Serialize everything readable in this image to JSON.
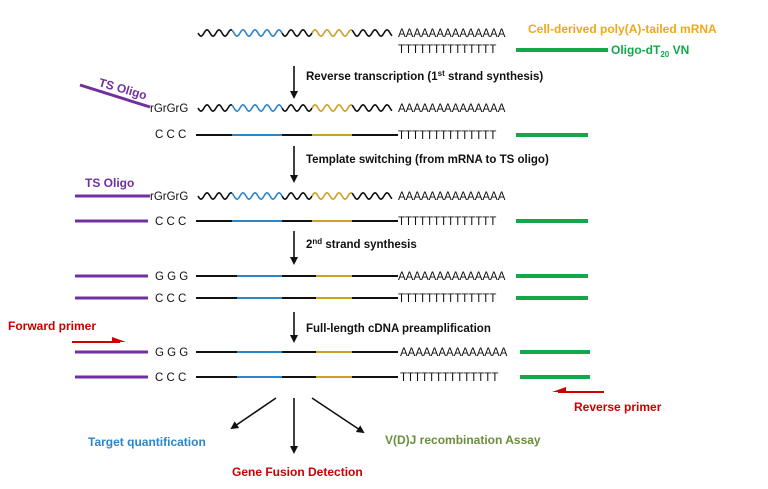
{
  "colors": {
    "black": "#111111",
    "blue": "#2b86c8",
    "gold": "#c9a227",
    "green": "#13a94b",
    "purple": "#7030a0",
    "red": "#cc0000",
    "title_orange": "#f0a81a",
    "olive": "#6a8f3a"
  },
  "labels": {
    "mrna_title": "Cell-derived poly(A)-tailed mRNA",
    "oligo_dt_prefix": "Oligo-dT",
    "oligo_dt_sub": "20",
    "oligo_dt_suffix": " VN",
    "ts_oligo": "TS Oligo",
    "forward_primer": "Forward primer",
    "reverse_primer": "Reverse primer"
  },
  "sequences": {
    "poly_a": "AAAAAAAAAAAAAA",
    "poly_t": "TTTTTTTTTTTTTT",
    "rgrgrg": "rGrGrG",
    "ccc": "C C C",
    "ggg": "G G G"
  },
  "steps": {
    "rt_prefix": "Reverse transcription (1",
    "rt_sup": "st",
    "rt_suffix": " strand synthesis)",
    "ts": "Template switching (from mRNA to TS oligo)",
    "second_num": "2",
    "second_sup": "nd",
    "second_suffix": " strand synthesis",
    "preamp": "Full-length cDNA preamplification"
  },
  "outputs": {
    "target": "Target quantification",
    "fusion": "Gene Fusion Detection",
    "vdj": "V(D)J recombination Assay"
  }
}
